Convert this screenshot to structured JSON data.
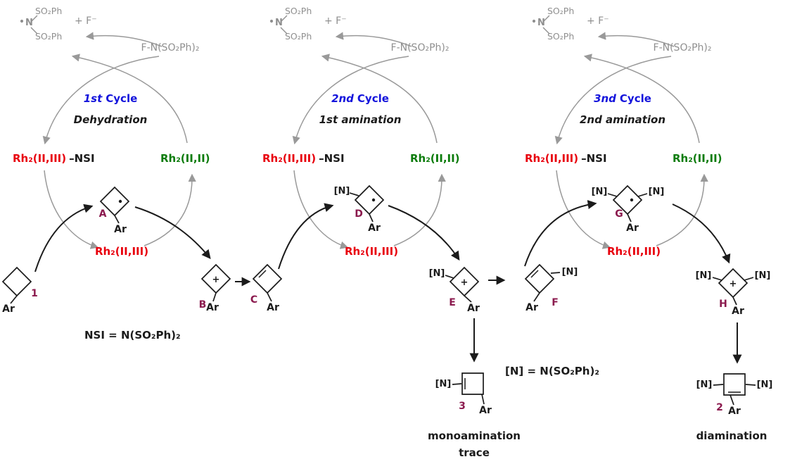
{
  "diagram": {
    "cycles": [
      {
        "ordinal": "1st",
        "cycle_word": "Cycle",
        "step": "Dehydration"
      },
      {
        "ordinal": "2nd",
        "cycle_word": "Cycle",
        "step": "1st amination"
      },
      {
        "ordinal": "3nd",
        "cycle_word": "Cycle",
        "step": "2nd amination"
      }
    ],
    "species": {
      "so2ph": "SO₂Ph",
      "n_atom": "N",
      "plus_fluoride": "+ F⁻",
      "reagent": "F-N(SO₂Ph)₂",
      "rh_II_III": "Rh₂(II,III)",
      "nsi_suffix": "–NSI",
      "rh_II_II": "Rh₂(II,II)",
      "ar": "Ar",
      "n_group": "[N]",
      "plus": "+"
    },
    "compound_labels": {
      "c1": "1",
      "cA": "A",
      "cB": "B",
      "cC": "C",
      "cD": "D",
      "cE": "E",
      "cF": "F",
      "cG": "G",
      "cH": "H",
      "c3": "3",
      "c2": "2"
    },
    "notes": {
      "nsi_definition": "NSI = N(SO₂Ph)₂",
      "n_definition": "[N] = N(SO₂Ph)₂",
      "monoamination": "monoamination",
      "trace": "trace",
      "diamination": "diamination"
    },
    "colors": {
      "cycle_blue": "#1414dc",
      "rh_red": "#e8000d",
      "rh_green": "#0c7c0c",
      "compound_maroon": "#8b1a4e",
      "gray": "#8f8f8f",
      "black": "#1b1b1b"
    }
  }
}
